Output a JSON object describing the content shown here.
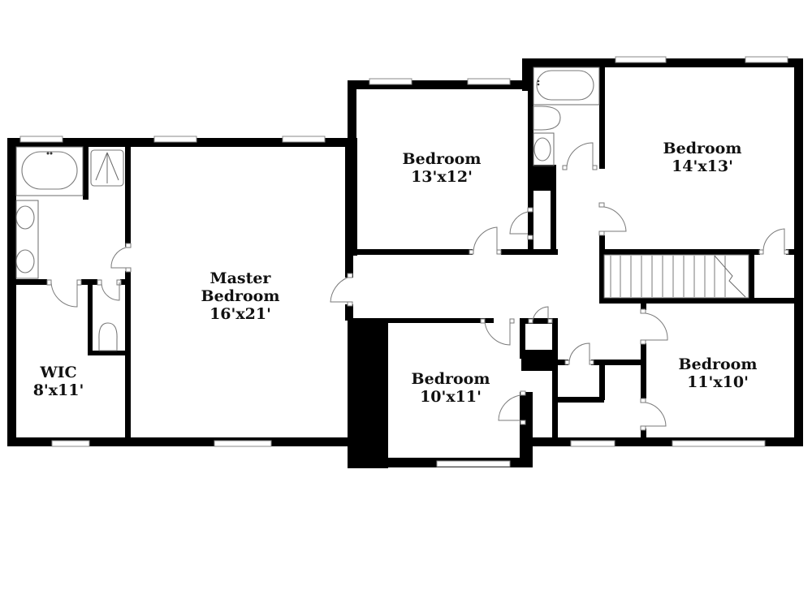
{
  "plan": {
    "type": "floor-plan",
    "level": "upper floor",
    "colors": {
      "wall": "#000000",
      "background": "#ffffff",
      "fixture_line": "#7a7a7a",
      "text": "#111111"
    }
  },
  "rooms": [
    {
      "id": "master",
      "name_line1": "Master",
      "name_line2": "Bedroom",
      "dimensions": "16'x21'"
    },
    {
      "id": "wic",
      "name": "WIC",
      "dimensions": "8'x11'"
    },
    {
      "id": "bedroom-a",
      "name": "Bedroom",
      "dimensions": "13'x12'"
    },
    {
      "id": "bedroom-b",
      "name": "Bedroom",
      "dimensions": "14'x13'"
    },
    {
      "id": "bedroom-c",
      "name": "Bedroom",
      "dimensions": "10'x11'"
    },
    {
      "id": "bedroom-d",
      "name": "Bedroom",
      "dimensions": "11'x10'"
    }
  ],
  "fixtures": [
    "bathtub",
    "shower",
    "double-vanity-sink",
    "toilet",
    "hall-bathtub",
    "hall-toilet",
    "hall-sink",
    "staircase"
  ]
}
